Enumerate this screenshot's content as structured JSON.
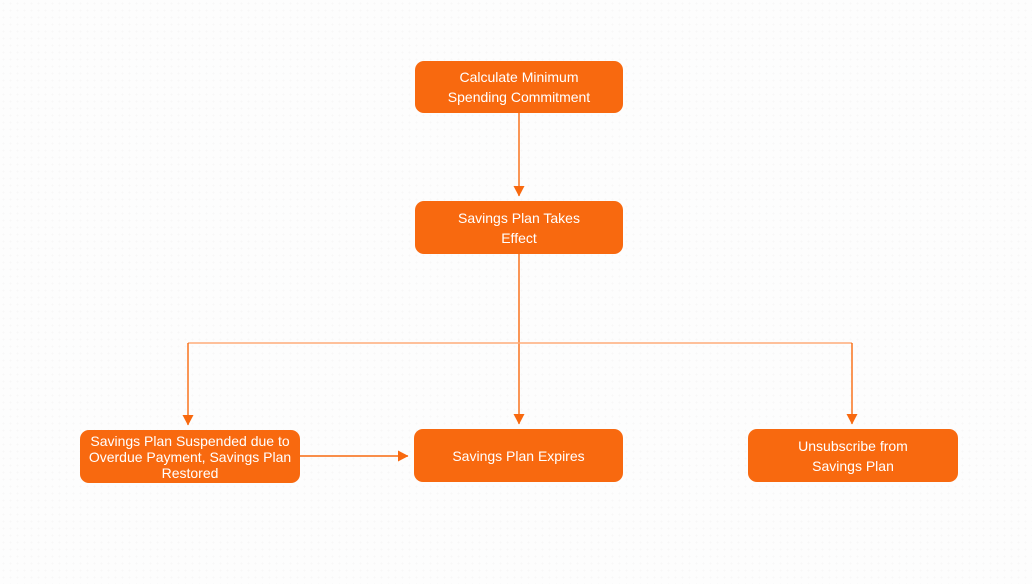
{
  "diagram": {
    "type": "flowchart",
    "title": "",
    "colors": {
      "node_fill": "#f8690f",
      "node_text": "#ffffff",
      "connector": "#f8690f",
      "branch_line": "#ffac79",
      "background": "#fdfdfd"
    },
    "nodes": [
      {
        "id": "calc",
        "label": "Calculate Minimum Spending Commitment"
      },
      {
        "id": "effect",
        "label": "Savings Plan Takes Effect"
      },
      {
        "id": "suspended",
        "label": "Savings Plan Suspended due to Overdue Payment, Savings Plan Restored"
      },
      {
        "id": "expires",
        "label": "Savings Plan Expires"
      },
      {
        "id": "unsub",
        "label": "Unsubscribe from Savings Plan"
      }
    ],
    "edges": [
      {
        "from": "calc",
        "to": "effect",
        "style": "arrow"
      },
      {
        "from": "effect",
        "to": "suspended",
        "style": "arrow-branch"
      },
      {
        "from": "effect",
        "to": "expires",
        "style": "arrow-branch"
      },
      {
        "from": "effect",
        "to": "unsub",
        "style": "arrow-branch"
      },
      {
        "from": "suspended",
        "to": "expires",
        "style": "arrow"
      }
    ]
  }
}
